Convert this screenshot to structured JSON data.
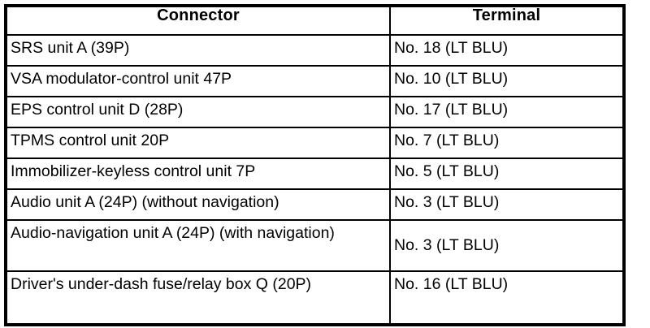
{
  "table": {
    "columns": [
      {
        "key": "connector",
        "label": "Connector"
      },
      {
        "key": "terminal",
        "label": "Terminal"
      }
    ],
    "rows": [
      {
        "connector": "SRS unit A (39P)",
        "terminal": "No. 18 (LT BLU)"
      },
      {
        "connector": "VSA modulator-control unit 47P",
        "terminal": "No. 10 (LT BLU)"
      },
      {
        "connector": "EPS control unit D (28P)",
        "terminal": "No. 17 (LT BLU)"
      },
      {
        "connector": "TPMS control unit 20P",
        "terminal": "No. 7 (LT BLU)"
      },
      {
        "connector": "Immobilizer-keyless control unit 7P",
        "terminal": "No. 5 (LT BLU)"
      },
      {
        "connector": "Audio unit A (24P) (without navigation)",
        "terminal": "No. 3 (LT BLU)"
      },
      {
        "connector": "Audio-navigation unit A (24P) (with navigation)",
        "terminal": "No. 3 (LT BLU)"
      },
      {
        "connector": "Driver's under-dash fuse/relay box Q (20P)",
        "terminal": "No. 16 (LT BLU)"
      }
    ]
  },
  "style": {
    "border_color": "#000000",
    "background_color": "#ffffff",
    "text_color": "#000000"
  }
}
